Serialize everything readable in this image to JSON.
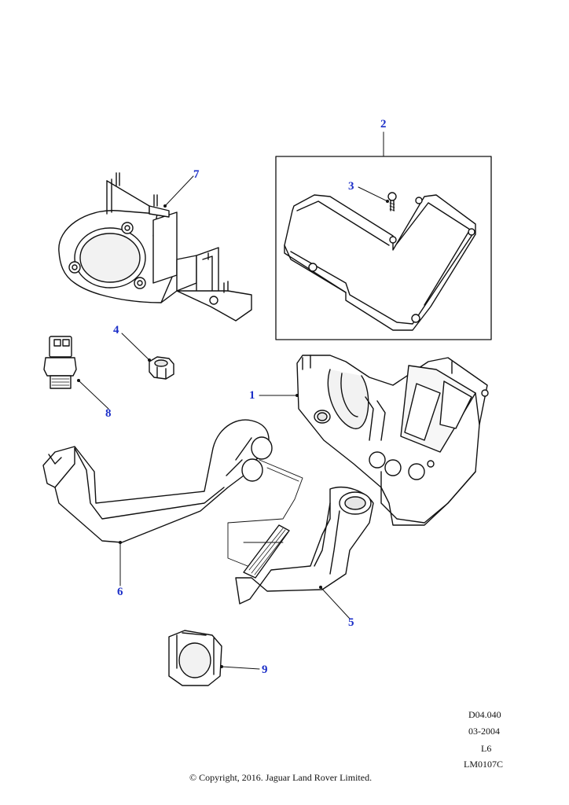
{
  "callouts": {
    "c1": "1",
    "c2": "2",
    "c3": "3",
    "c4": "4",
    "c5": "5",
    "c6": "6",
    "c7": "7",
    "c8": "8",
    "c9": "9"
  },
  "colors": {
    "callout": "#1c2fc8",
    "line": "#111111",
    "fill": "#ffffff",
    "shade": "#e6e6e6"
  },
  "meta": {
    "drawing_code": "D04.040",
    "date": "03-2004",
    "engine": "L6",
    "illustration_ref": "LM0107C"
  },
  "copyright": "© Copyright, 2016. Jaguar Land Rover Limited."
}
